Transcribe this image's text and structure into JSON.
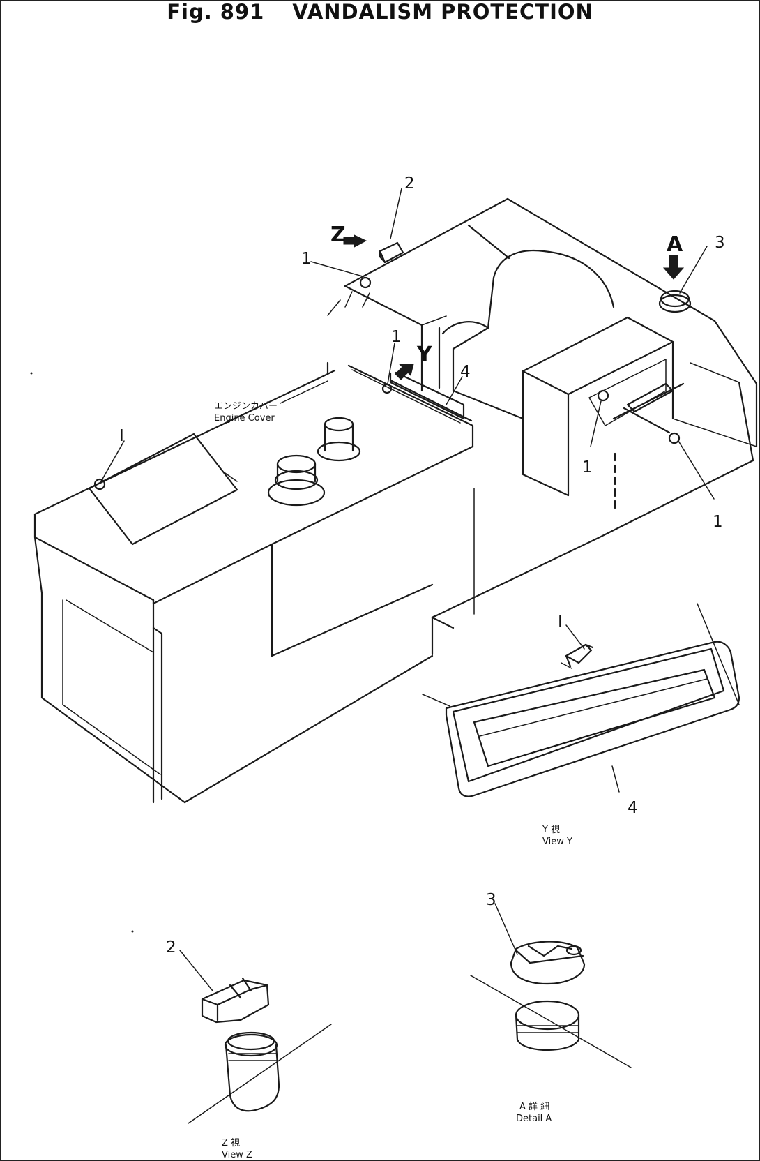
{
  "title": {
    "fig": "Fig. 891",
    "name": "VANDALISM PROTECTION"
  },
  "callouts": {
    "one": "1",
    "one_roman": "I",
    "two": "2",
    "three": "3",
    "four": "4"
  },
  "view_arrows": {
    "z": "Z",
    "y": "Y",
    "a": "A"
  },
  "engine_cover": {
    "jp": "エンジンカバー",
    "en": "Engine Cover"
  },
  "view_labels": {
    "view_y_jp": "Y 視",
    "view_y_en": "View Y",
    "view_z_jp": "Z 視",
    "view_z_en": "View Z",
    "detail_a_jp": "A 詳 細",
    "detail_a_en": "Detail A"
  }
}
